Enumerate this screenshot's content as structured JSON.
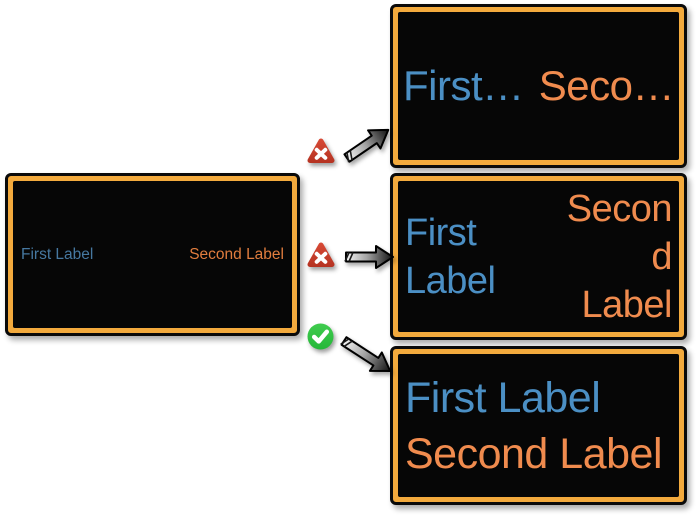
{
  "source_box": {
    "first_label": "First Label",
    "second_label": "Second Label"
  },
  "result_truncated": {
    "first_label": "First…",
    "second_label": "Seco…"
  },
  "result_overflow": {
    "first_label_line1": "First",
    "first_label_line2": "Label",
    "second_label_line1": "Secon",
    "second_label_line2": "d",
    "second_label_line3": "Label"
  },
  "result_stacked": {
    "first_label": "First Label",
    "second_label": "Second Label"
  },
  "icons": {
    "error_badge": "x-in-red-triangle",
    "success_badge": "check-in-green-circle",
    "arrow": "gray-gradient-arrow"
  },
  "colors": {
    "first_label_blue": "#4B8FC4",
    "first_label_blue_small": "#4678A0",
    "second_label_orange": "#F08B4E",
    "second_label_orange_small": "#E17D3E",
    "box_border_orange": "#F3AA3D",
    "box_background": "#060606",
    "error_red": "#C83C28",
    "success_green": "#2EC23E"
  }
}
